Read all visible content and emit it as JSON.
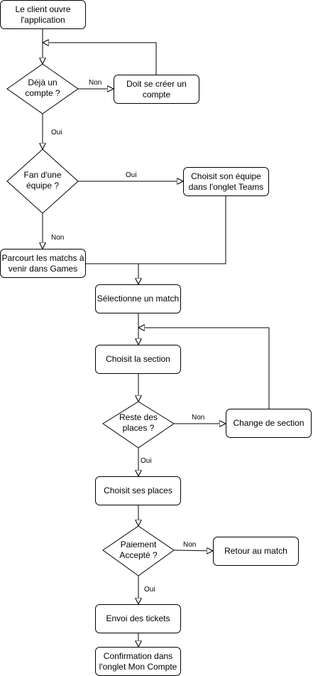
{
  "nodes": {
    "start": [
      "Le client ouvre",
      "l'application"
    ],
    "has_account": [
      "Déjà un",
      "compte ?"
    ],
    "create_account": [
      "Doit se créer un",
      "compte"
    ],
    "is_fan": [
      "Fan d'une",
      "équipe ?"
    ],
    "choose_team": [
      "Choisit son équipe",
      "dans l'onglet Teams"
    ],
    "browse_games": [
      "Parcourt les matchs à",
      "venir dans Games"
    ],
    "select_match": [
      "Sélectionne un match"
    ],
    "choose_section": [
      "Choisit la section"
    ],
    "seats_left": [
      "Reste des",
      "places ?"
    ],
    "change_section": [
      "Change de section"
    ],
    "choose_seats": [
      "Choisit ses places"
    ],
    "payment_ok": [
      "Paiement",
      "Accepté ?"
    ],
    "back_to_match": [
      "Retour au match"
    ],
    "send_tickets": [
      "Envoi des tickets"
    ],
    "confirmation": [
      "Confirmation dans",
      "l'onglet Mon Compte"
    ]
  },
  "edge_labels": {
    "no_account": "Non",
    "yes_account": "Oui",
    "yes_fan": "Oui",
    "no_fan": "Non",
    "no_seats": "Non",
    "yes_seats": "Oui",
    "no_payment": "Non",
    "yes_payment": "Oui"
  },
  "colors": {
    "stroke": "#000000",
    "fill": "#ffffff"
  }
}
